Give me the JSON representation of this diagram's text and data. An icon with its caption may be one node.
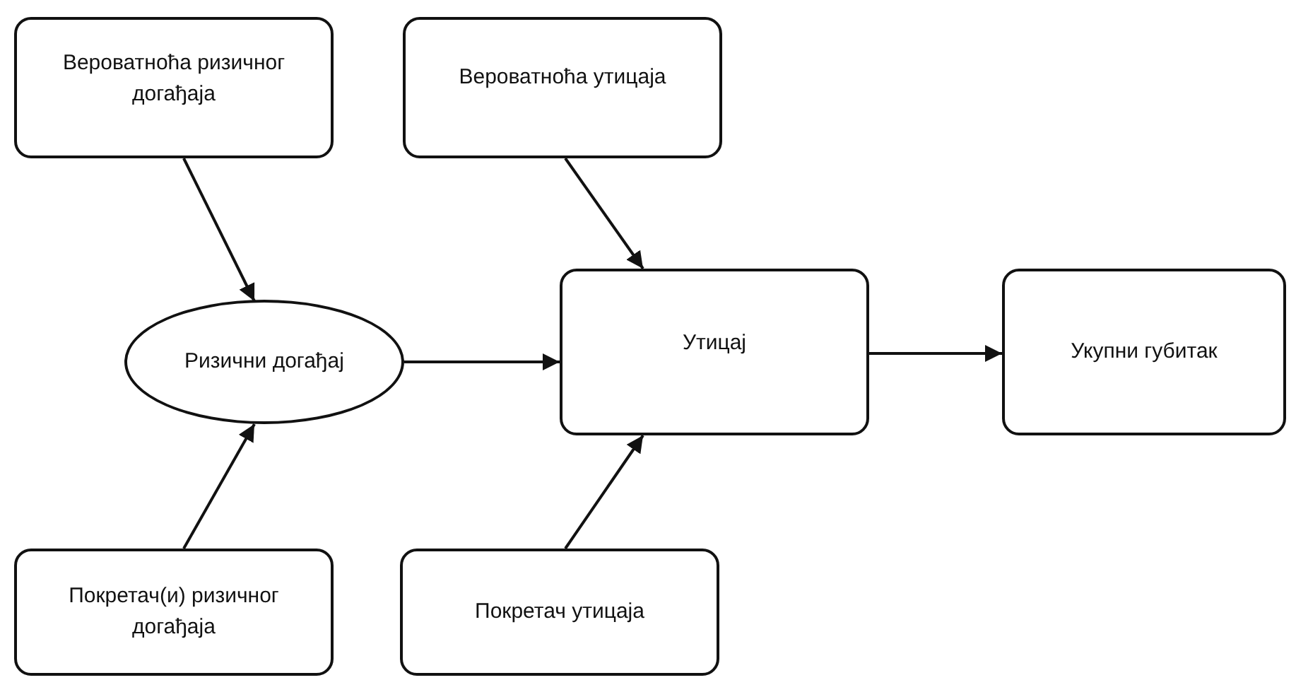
{
  "diagram": {
    "nodes": [
      {
        "text": [
          "Вероватноћа ризичног догађаја"
        ]
      },
      {
        "text": [
          "Вероватноћа утицаја"
        ]
      },
      {
        "text": [
          "Ризични догађај"
        ]
      },
      {
        "text": [
          "Утицај"
        ]
      },
      {
        "text": [
          "Укупни губитак"
        ]
      },
      {
        "text": [
          "Покретач(и) ризичног догађаја"
        ]
      },
      {
        "text": [
          "Покретач утицаја"
        ]
      }
    ],
    "edges": [
      {
        "from": 0,
        "to": 2,
        "arrow": "to"
      },
      {
        "from": 1,
        "to": 3,
        "arrow": "to"
      },
      {
        "from": 2,
        "to": 3,
        "arrow": "to"
      },
      {
        "from": 5,
        "to": 2,
        "arrow": "to"
      },
      {
        "from": 6,
        "to": 3,
        "arrow": "to"
      },
      {
        "from": 3,
        "to": 4,
        "arrow": "to"
      }
    ]
  }
}
